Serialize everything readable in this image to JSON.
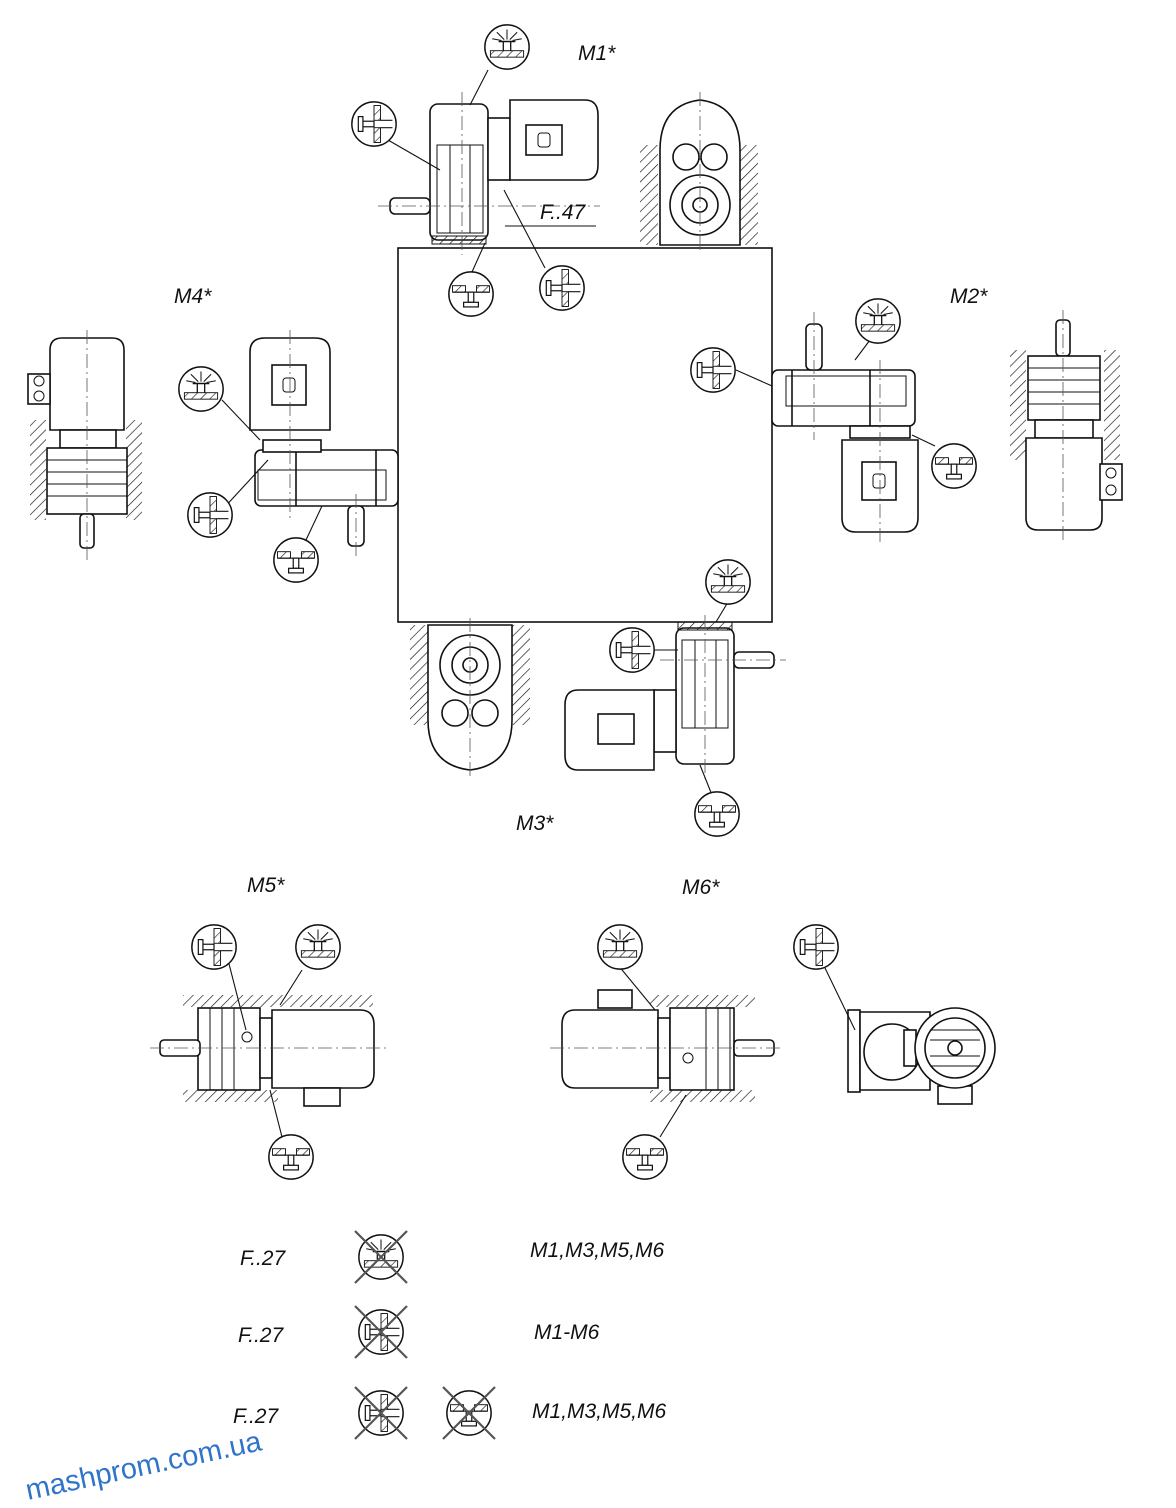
{
  "labels": {
    "m1": "M1*",
    "m2": "M2*",
    "m3": "M3*",
    "m4": "M4*",
    "m5": "M5*",
    "m6": "M6*",
    "f47": "F..47"
  },
  "table": [
    {
      "type": "F..27",
      "positions": "M1,M3,M5,M6"
    },
    {
      "type": "F..27",
      "positions": "M1-M6"
    },
    {
      "type": "F..27",
      "positions": "M1,M3,M5,M6"
    }
  ],
  "watermark": "mashprom.com.ua",
  "colors": {
    "line": "#111111",
    "watermark": "#2f74c9"
  }
}
